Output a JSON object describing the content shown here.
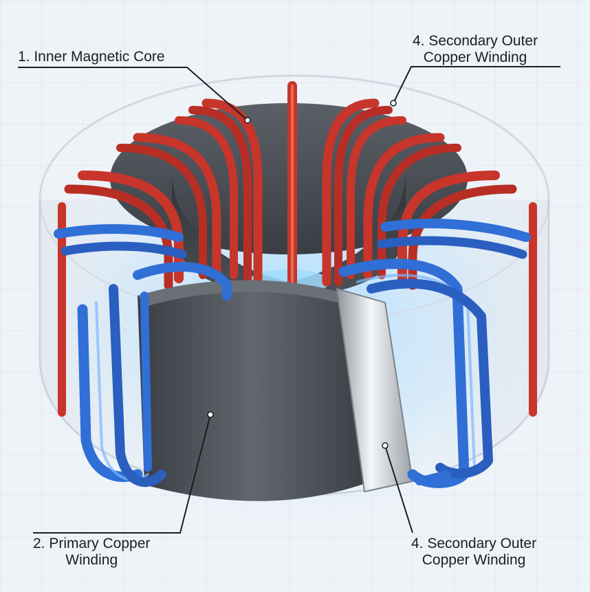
{
  "diagram": {
    "labels": {
      "inner_core": {
        "line1": "1. Inner Magnetic Core"
      },
      "secondary_top": {
        "line1": "4. Secondary Outer",
        "line2": "Copper Winding"
      },
      "primary": {
        "line1": "2. Primary Copper",
        "line2": "Winding"
      },
      "secondary_bottom": {
        "line1": "4. Secondary Outer",
        "line2": "Copper Winding"
      }
    },
    "colors": {
      "background": "#eef3f8",
      "grid": "#d6e0ea",
      "glow": "#8fd0ff",
      "core_dark": "#3b3f45",
      "core_light": "#6a6f76",
      "copper_red": "#c8352b",
      "copper_red_light": "#f07a5a",
      "copper_blue": "#2f6fd6",
      "copper_blue_light": "#7ab6ff",
      "enclosure": "#e3e8ee",
      "leader": "#1a1d22"
    }
  }
}
